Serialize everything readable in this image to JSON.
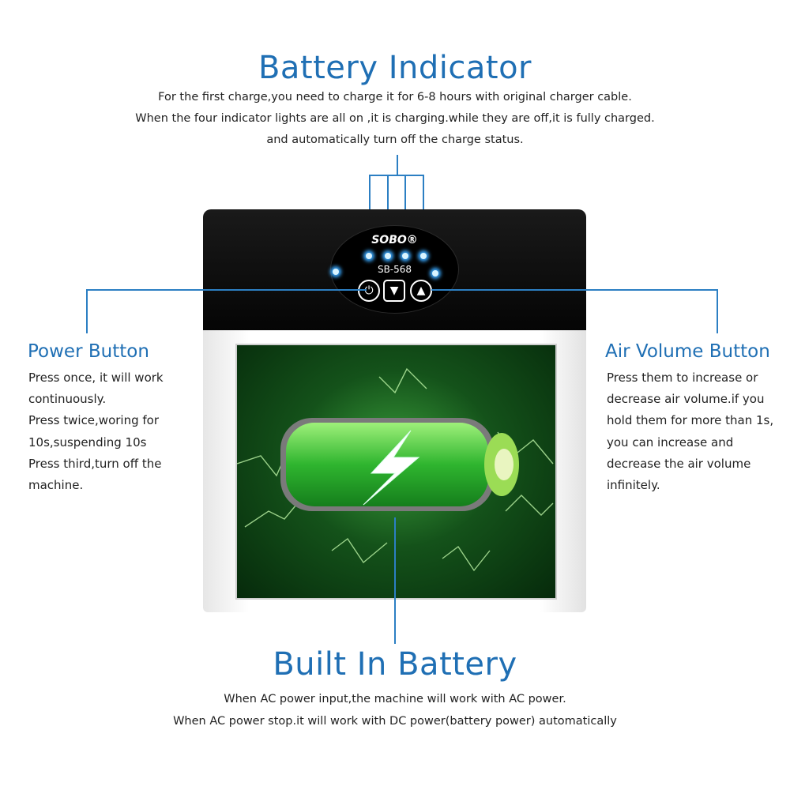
{
  "battery_indicator": {
    "title": "Battery Indicator",
    "lines": [
      "For the first charge,you need to charge it for 6-8 hours with original charger cable.",
      "When the  four indicator lights  are all on ,it is charging.while they are off,it is fully charged.",
      "and automatically turn off the charge status."
    ]
  },
  "device": {
    "brand": "SOBO®",
    "model": "SB-568"
  },
  "power_button": {
    "title": "Power Button",
    "lines": [
      "Press once, it will work",
      "continuously.",
      "Press twice,woring for",
      "10s,suspending 10s",
      "Press third,turn off the",
      "machine."
    ]
  },
  "air_volume_button": {
    "title": "Air Volume Button",
    "lines": [
      "Press them to increase or",
      "decrease air volume.if you",
      "hold them for more than 1s,",
      "you can increase and",
      "decrease the air volume",
      "infinitely."
    ]
  },
  "built_in_battery": {
    "title": "Built In Battery",
    "lines": [
      "When AC power input,the machine will work with AC power.",
      "When AC power stop.it will work with DC power(battery power) automatically"
    ]
  },
  "colors": {
    "accent_blue": "#1f6fb4",
    "connector_blue": "#2c7fc3",
    "battery_green": "#38c238"
  },
  "icons": [
    "power-icon",
    "arrow-down-icon",
    "arrow-up-icon",
    "lightning-bolt-icon",
    "battery-icon"
  ]
}
